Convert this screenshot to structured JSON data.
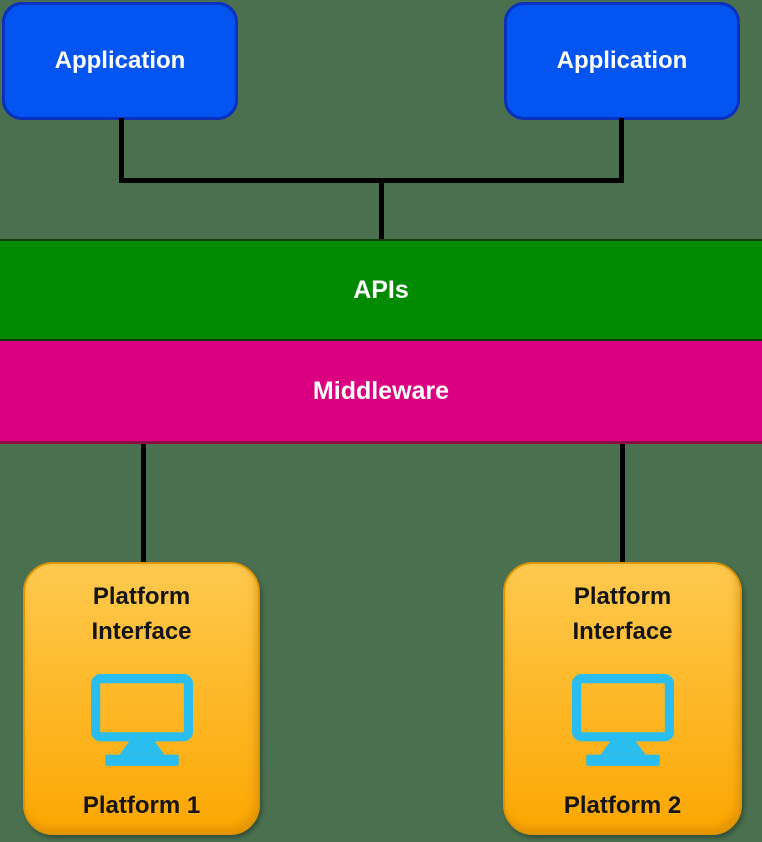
{
  "diagram": {
    "title": "middleware-architecture",
    "nodes": {
      "application_left": "Application",
      "application_right": "Application",
      "apis": "APIs",
      "middleware": "Middleware",
      "platform_interface_left": "Platform Interface",
      "platform_interface_right": "Platform Interface",
      "platform_1": "Platform 1",
      "platform_2": "Platform 2"
    },
    "icons": {
      "platform_left": "monitor-icon",
      "platform_right": "monitor-icon"
    },
    "connectors": [
      "application-left to bus",
      "application-right to bus",
      "bus horizontal",
      "bus to apis",
      "middleware to platform-1",
      "middleware to platform-2"
    ]
  },
  "colors": {
    "bg": "#4A7050",
    "app-fill": "#0454F2",
    "app-border": "#0A30BE",
    "app-text": "#FFFFFF",
    "apis-fill": "#008A00",
    "apis-border": "#123E12",
    "apis-text": "#FFFFFF",
    "mw-fill": "#DB0080",
    "mw-border": "#8E0B44",
    "mw-text": "#FFFFFF",
    "plat-top": "#FEC94E",
    "plat-bottom": "#FCA702",
    "plat-border": "#DD9503",
    "plat-text": "#141414",
    "monitor": "#29BDF0",
    "connector": "#000000"
  }
}
